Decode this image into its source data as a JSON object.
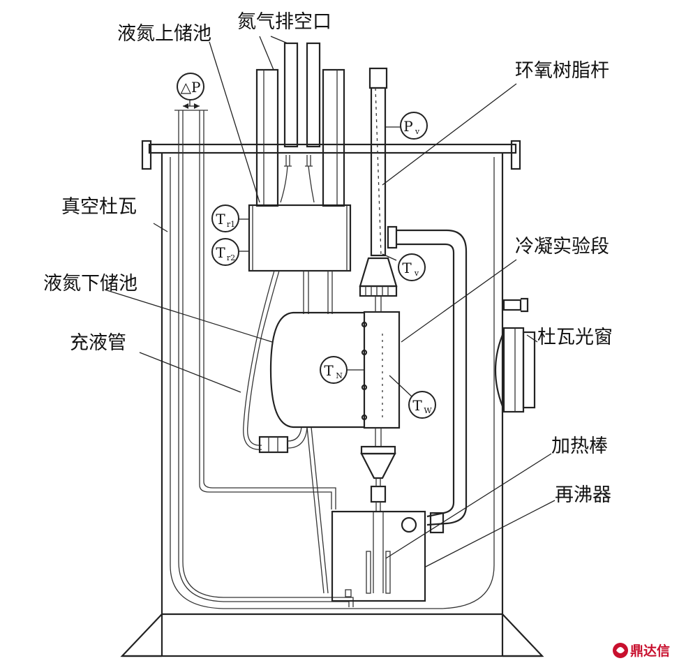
{
  "labels": {
    "upper_reservoir": "液氮上储池",
    "n2_vent": "氮气排空口",
    "epoxy_rod": "环氧树脂杆",
    "vacuum_dewar": "真空杜瓦",
    "condensation_section": "冷凝实验段",
    "lower_reservoir": "液氮下储池",
    "dewar_window": "杜瓦光窗",
    "fill_tube": "充液管",
    "heater_rod": "加热棒",
    "reboiler": "再沸器"
  },
  "symbols": {
    "dp": "△P",
    "pv": {
      "main": "P",
      "sub": "v"
    },
    "tr1": {
      "main": "T",
      "sub": "r1"
    },
    "tr2": {
      "main": "T",
      "sub": "r2"
    },
    "tv": {
      "main": "T",
      "sub": "v"
    },
    "tn": {
      "main": "T",
      "sub": "N"
    },
    "tw": {
      "main": "T",
      "sub": "W"
    }
  },
  "watermark": {
    "text": "鼎达信",
    "color": "#c8102e"
  }
}
